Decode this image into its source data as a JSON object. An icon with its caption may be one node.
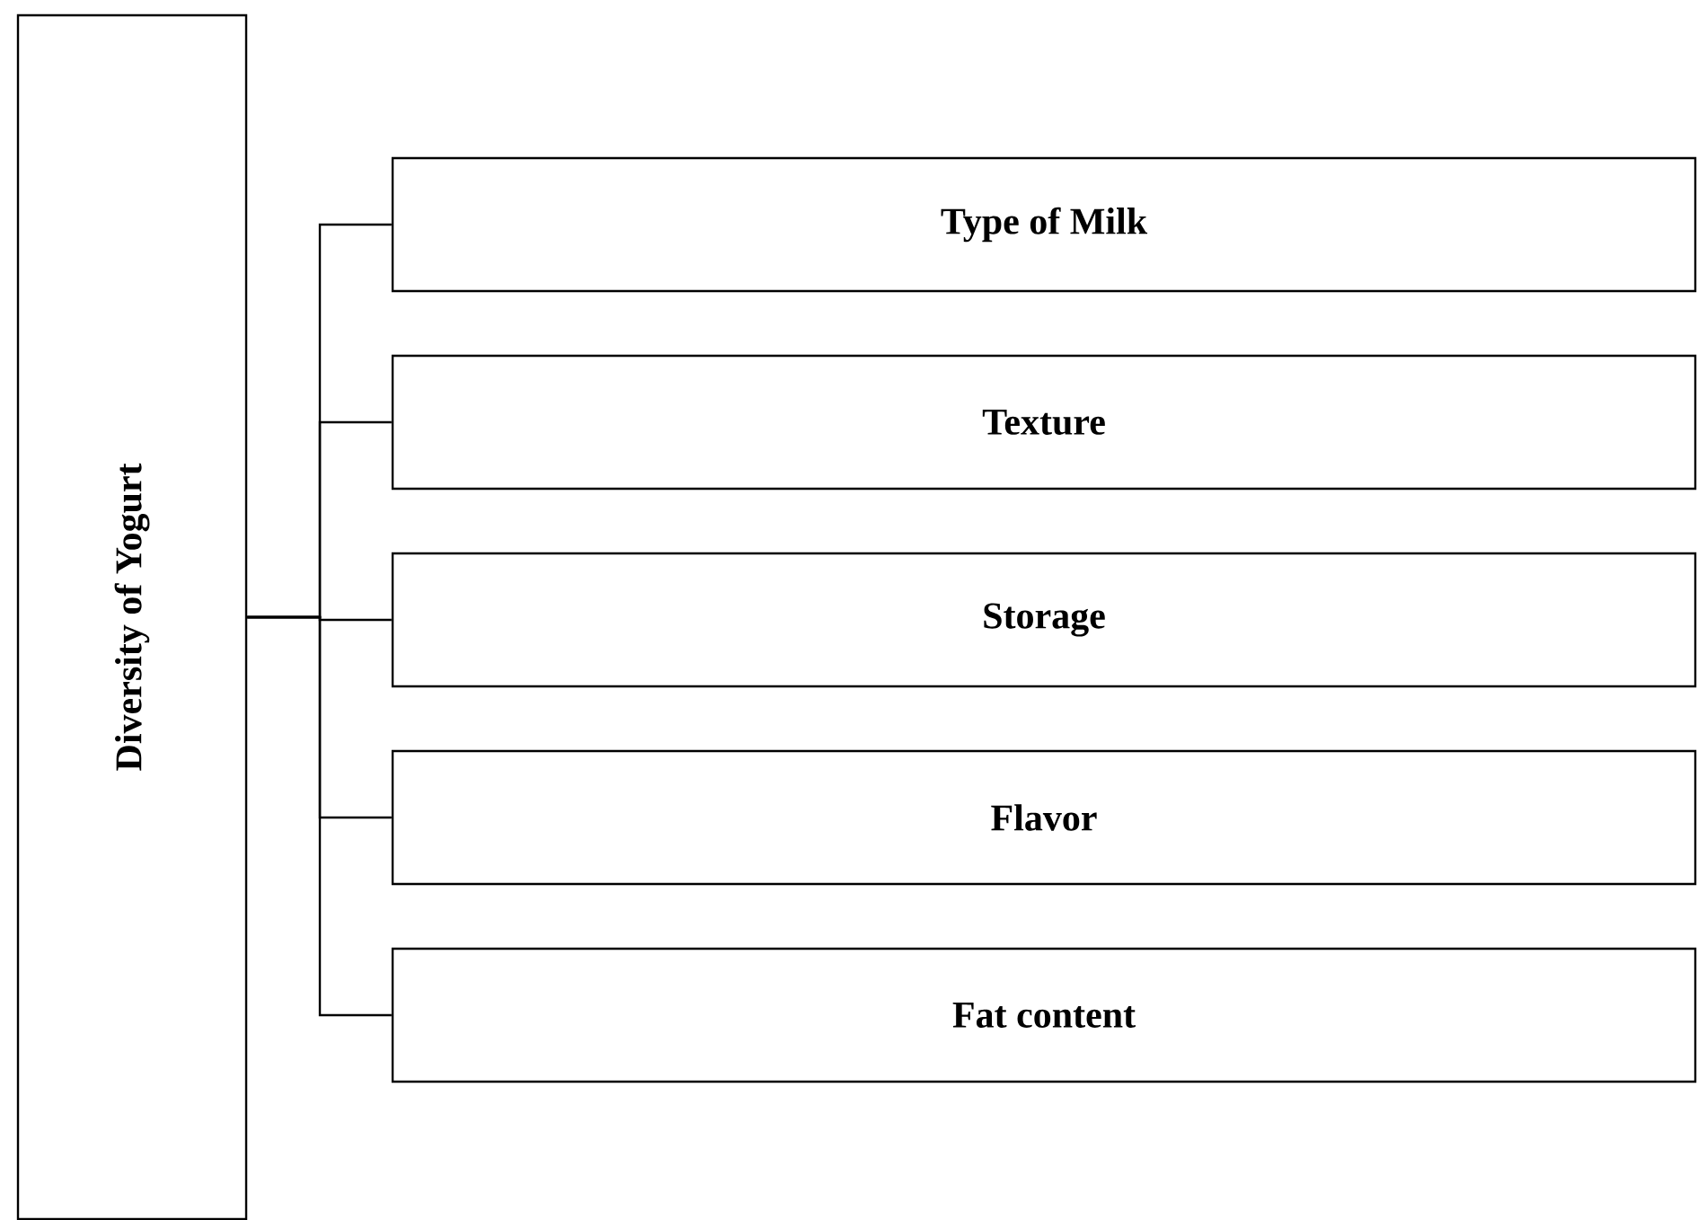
{
  "diagram": {
    "nodes": [
      {
        "text": [
          "Diversity of Yogurt"
        ]
      },
      {
        "text": [
          "Type of Milk"
        ]
      },
      {
        "text": [
          "Texture"
        ]
      },
      {
        "text": [
          "Storage"
        ]
      },
      {
        "text": [
          "Flavor"
        ]
      },
      {
        "text": [
          "Fat content"
        ]
      }
    ],
    "edges": [
      {
        "from": 0,
        "to": 1,
        "arrow": "none"
      },
      {
        "from": 0,
        "to": 2,
        "arrow": "none"
      },
      {
        "from": 0,
        "to": 3,
        "arrow": "none"
      },
      {
        "from": 0,
        "to": 4,
        "arrow": "none"
      },
      {
        "from": 0,
        "to": 5,
        "arrow": "none"
      }
    ]
  }
}
